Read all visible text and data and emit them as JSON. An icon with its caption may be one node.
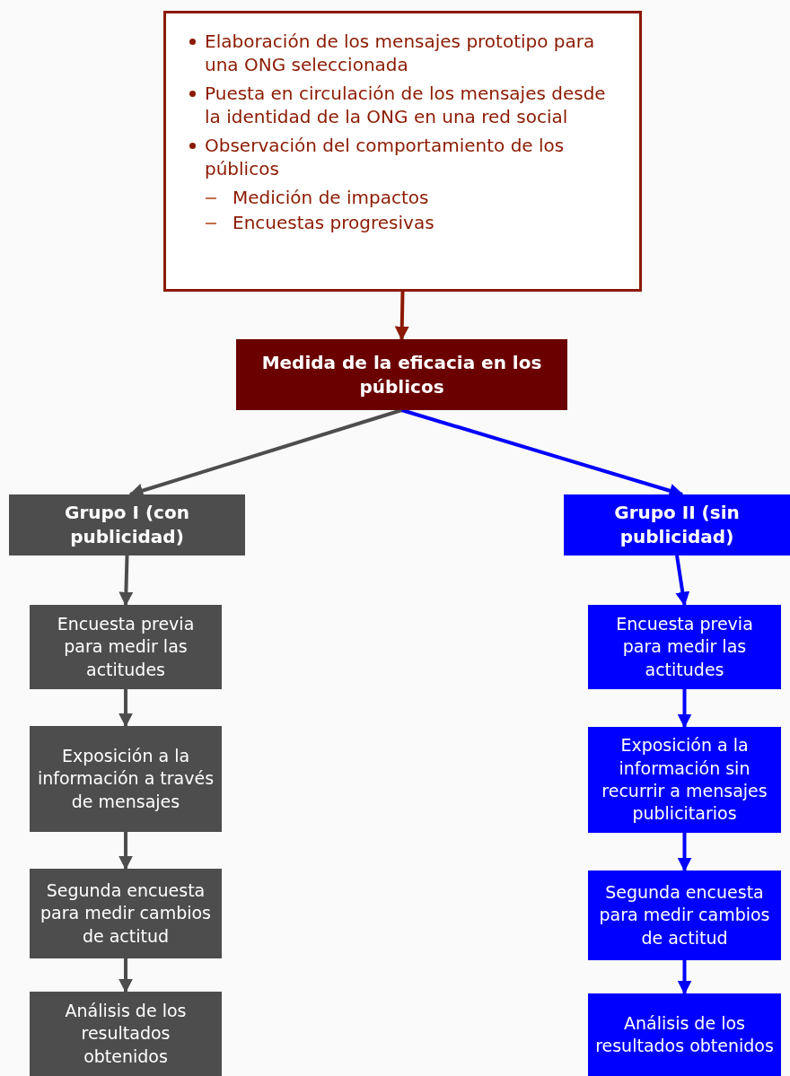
{
  "diagram": {
    "nodes": [
      {
        "text": [
          "Elaboración de los mensajes prototipo para una ONG seleccionada",
          "Puesta en circulación de los mensajes desde la identidad de la ONG en una red social",
          "Observación del comportamiento de los públicos",
          "Medición de impactos",
          "Encuestas progresivas"
        ]
      },
      {
        "text": [
          "Medida de la eficacia en los públicos"
        ]
      },
      {
        "text": [
          "Grupo I (con publicidad)"
        ]
      },
      {
        "text": [
          "Grupo II (sin publicidad)"
        ]
      },
      {
        "text": [
          "Encuesta previa para medir las actitudes"
        ]
      },
      {
        "text": [
          "Exposición a la información a través de mensajes"
        ]
      },
      {
        "text": [
          "Segunda encuesta para medir cambios de actitud"
        ]
      },
      {
        "text": [
          "Análisis de los resultados obtenidos"
        ]
      },
      {
        "text": [
          "Encuesta previa para medir las actitudes"
        ]
      },
      {
        "text": [
          "Exposición a la información sin recurrir a mensajes publicitarios"
        ]
      },
      {
        "text": [
          "Segunda encuesta para medir cambios de actitud"
        ]
      },
      {
        "text": [
          "Análisis de los resultados obtenidos"
        ]
      }
    ],
    "edges": [
      {
        "from": 0,
        "to": 1,
        "arrow": "to",
        "color": "#8b1a00"
      },
      {
        "from": 1,
        "to": 2,
        "arrow": "to",
        "color": "#4d4d4d"
      },
      {
        "from": 1,
        "to": 3,
        "arrow": "to",
        "color": "#0000ff"
      },
      {
        "from": 2,
        "to": 4,
        "arrow": "to",
        "color": "#4d4d4d"
      },
      {
        "from": 4,
        "to": 5,
        "arrow": "to",
        "color": "#4d4d4d"
      },
      {
        "from": 5,
        "to": 6,
        "arrow": "to",
        "color": "#4d4d4d"
      },
      {
        "from": 6,
        "to": 7,
        "arrow": "to",
        "color": "#4d4d4d"
      },
      {
        "from": 3,
        "to": 8,
        "arrow": "to",
        "color": "#0000ff"
      },
      {
        "from": 8,
        "to": 9,
        "arrow": "to",
        "color": "#0000ff"
      },
      {
        "from": 9,
        "to": 10,
        "arrow": "to",
        "color": "#0000ff"
      },
      {
        "from": 10,
        "to": 11,
        "arrow": "to",
        "color": "#0000ff"
      }
    ]
  }
}
